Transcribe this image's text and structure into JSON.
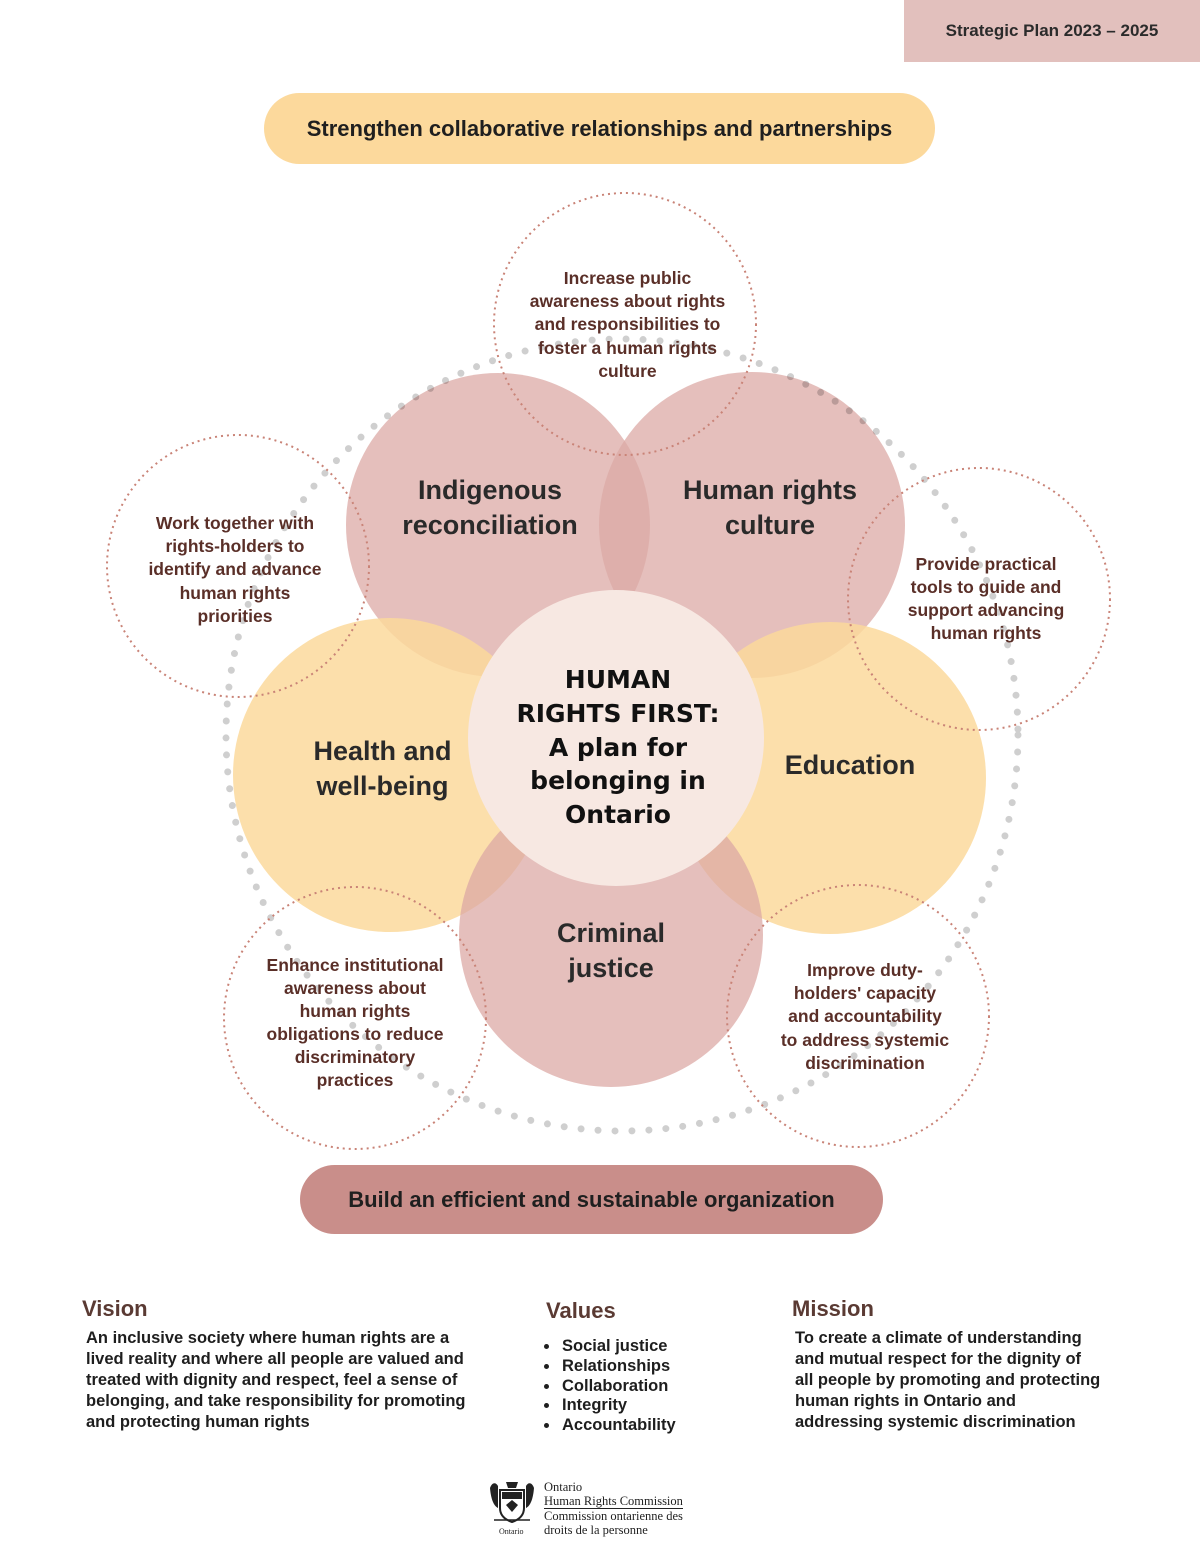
{
  "header": {
    "plan_label": "Strategic Plan 2023 – 2025"
  },
  "priorities": {
    "top": "Strengthen collaborative relationships and partnerships",
    "bottom": "Build an efficient and sustainable organization"
  },
  "center_title": [
    "HUMAN",
    "RIGHTS FIRST:",
    "A plan for",
    "belonging in",
    "Ontario"
  ],
  "areas": {
    "indigenous": [
      "Indigenous",
      "reconciliation"
    ],
    "culture": [
      "Human rights",
      "culture"
    ],
    "health": [
      "Health and",
      "well-being"
    ],
    "education": [
      "Education"
    ],
    "justice": [
      "Criminal",
      "justice"
    ]
  },
  "goals": {
    "awareness": [
      "Increase public",
      "awareness about rights",
      "and responsibilities to",
      "foster a human rights",
      "culture"
    ],
    "rights_holders": [
      "Work together with",
      "rights-holders to",
      "identify and advance",
      "human rights",
      "priorities"
    ],
    "tools": [
      "Provide practical",
      "tools to guide and",
      "support advancing",
      "human rights"
    ],
    "institutional": [
      "Enhance institutional",
      "awareness about",
      "human rights",
      "obligations to reduce",
      "discriminatory",
      "practices"
    ],
    "duty_holders": [
      "Improve duty-",
      "holders' capacity",
      "and accountability",
      "to address systemic",
      "discrimination"
    ]
  },
  "vision": {
    "title": "Vision",
    "lines": [
      "An inclusive society where human rights are a",
      "lived reality and where all people are valued and",
      "treated with dignity and respect, feel a sense of",
      "belonging, and take responsibility for promoting",
      "and protecting human rights"
    ]
  },
  "values": {
    "title": "Values",
    "items": [
      "Social justice",
      "Relationships",
      "Collaboration",
      "Integrity",
      "Accountability"
    ]
  },
  "mission": {
    "title": "Mission",
    "lines": [
      "To create a climate of understanding",
      "and mutual respect for the dignity of",
      "all people by promoting and protecting",
      "human rights in Ontario and",
      "addressing systemic discrimination"
    ]
  },
  "logo": {
    "ontario": "Ontario",
    "commission_en": "Human Rights Commission",
    "commission_fr_1": "Commission ontarienne des",
    "commission_fr_2": "droits de la personne",
    "crest_caption": "Ontario"
  },
  "colors": {
    "rose": "#dca9a6",
    "gold": "#fcd99c",
    "center": "#f7e8e2",
    "goal_outline": "#c98377",
    "dots": "#cfcfcf",
    "plan_tab": "#e2c0bd"
  }
}
